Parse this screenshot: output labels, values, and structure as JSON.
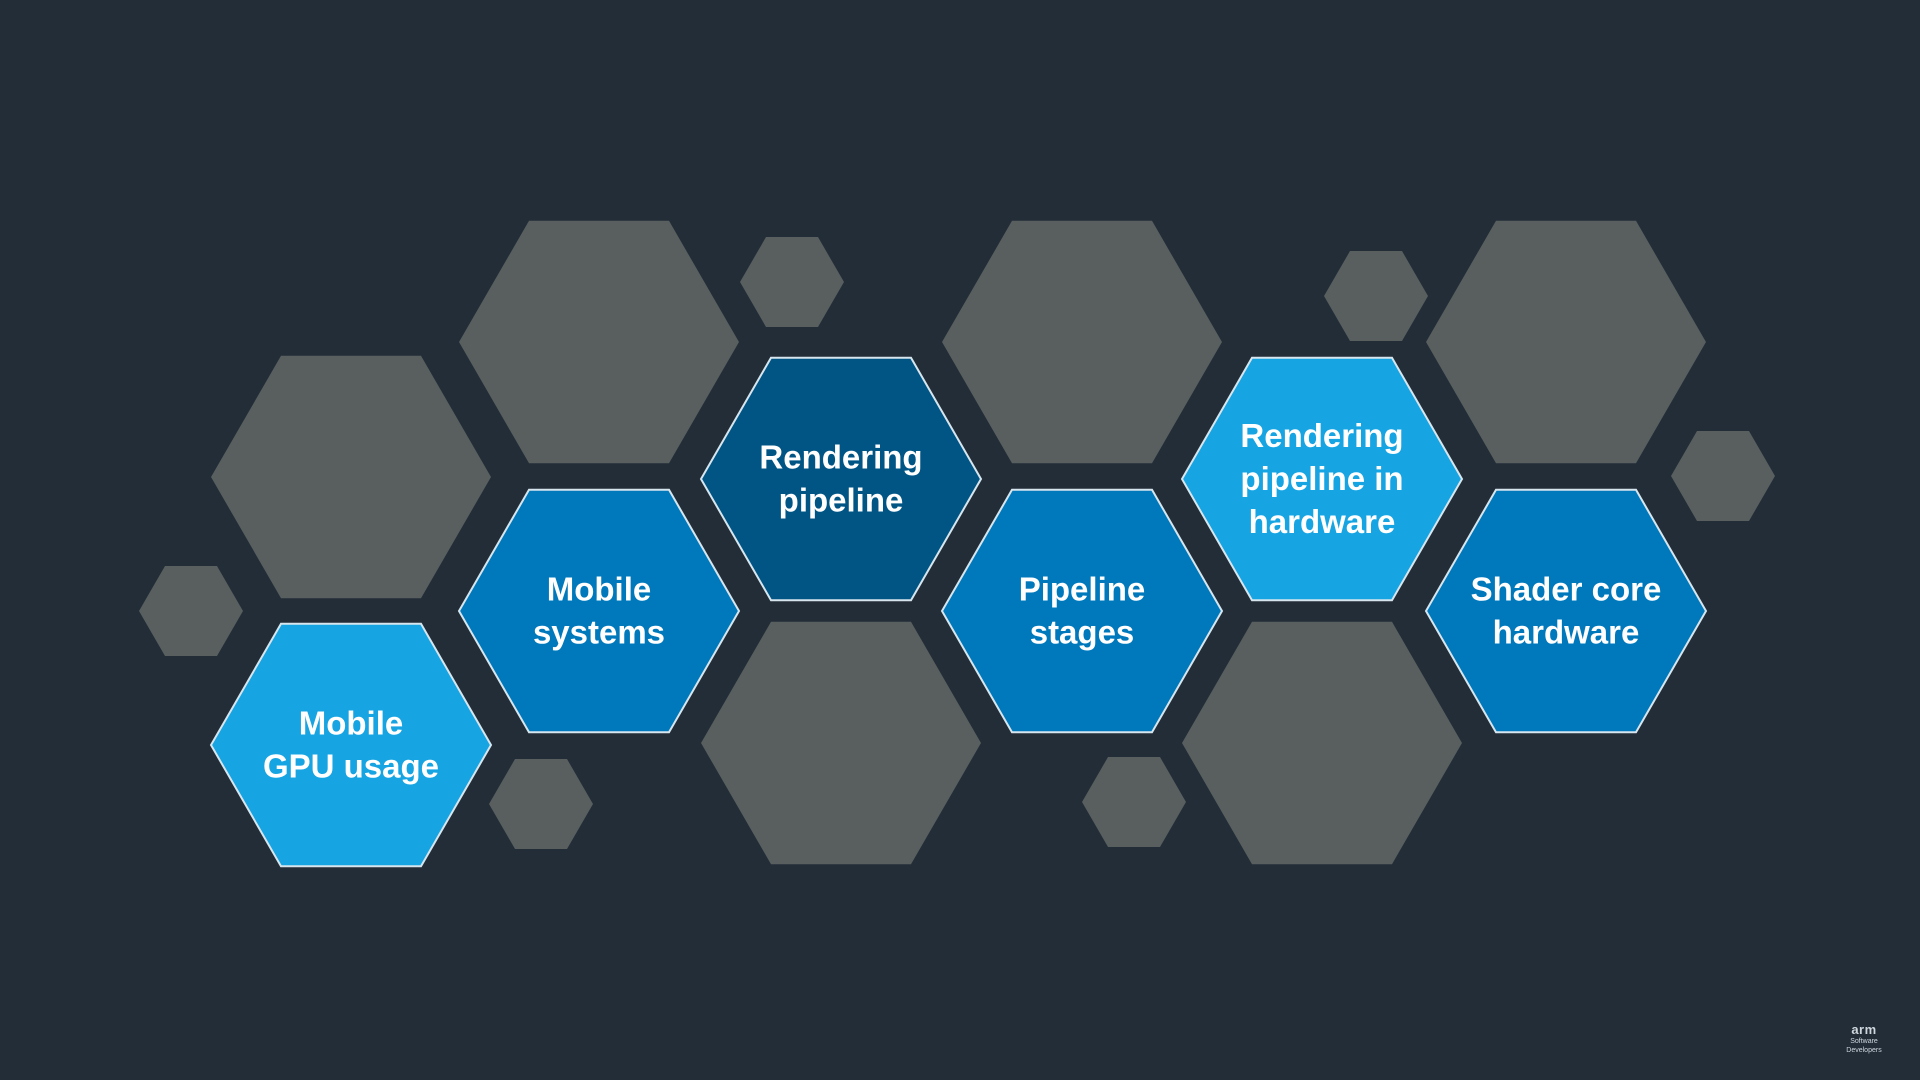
{
  "colors": {
    "background": "#222d38",
    "gray": "#595f5e",
    "light_blue": "#16a4e2",
    "mid_blue": "#0079bc",
    "dark_blue": "#005585",
    "border": "#d7e6ee"
  },
  "diagram": {
    "topics": [
      {
        "id": "mobile-gpu-usage",
        "lines": [
          "Mobile",
          "GPU usage"
        ],
        "color": "light_blue"
      },
      {
        "id": "mobile-systems",
        "lines": [
          "Mobile",
          "systems"
        ],
        "color": "mid_blue"
      },
      {
        "id": "rendering-pipeline",
        "lines": [
          "Rendering",
          "pipeline"
        ],
        "color": "dark_blue"
      },
      {
        "id": "pipeline-stages",
        "lines": [
          "Pipeline",
          "stages"
        ],
        "color": "mid_blue"
      },
      {
        "id": "rendering-pipeline-in-hardware",
        "lines": [
          "Rendering",
          "pipeline in",
          "hardware"
        ],
        "color": "light_blue"
      },
      {
        "id": "shader-core-hardware",
        "lines": [
          "Shader core",
          "hardware"
        ],
        "color": "mid_blue"
      }
    ]
  },
  "logo": {
    "brand": "arm",
    "line1": "Software",
    "line2": "Developers"
  }
}
